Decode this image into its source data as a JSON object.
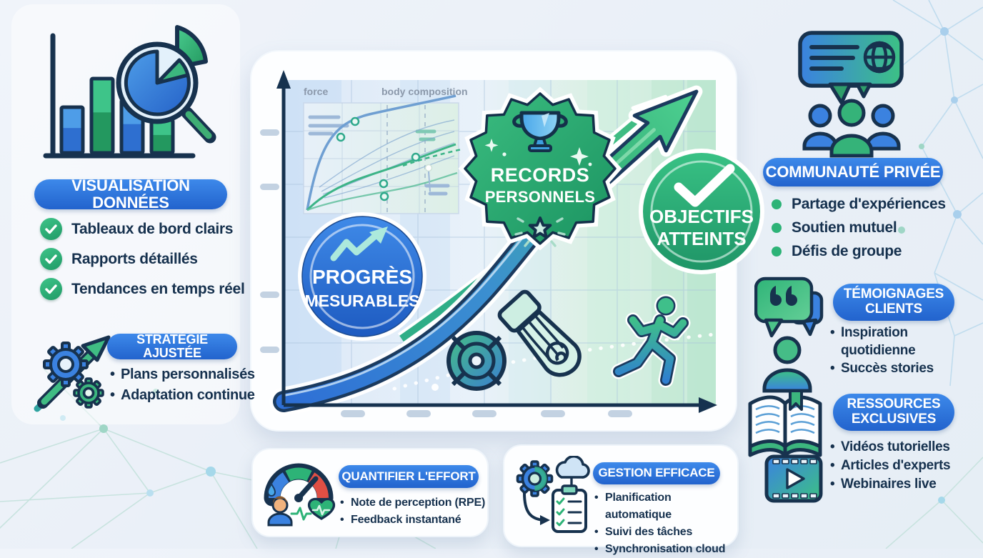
{
  "colors": {
    "accent_blue": "#2e7ae0",
    "accent_green": "#2db377",
    "navy": "#17324e",
    "pill_blue": "#2f7de2"
  },
  "left": {
    "viz": {
      "label": "VISUALISATION DONNÉES",
      "items": [
        "Tableaux de bord clairs",
        "Rapports détaillés",
        "Tendances en temps réel"
      ]
    },
    "strategy": {
      "label": "STRATÉGIE AJUSTÉE",
      "items": [
        "Plans personnalisés",
        "Adaptation continue"
      ]
    }
  },
  "chart": {
    "mini": {
      "force_label": "force",
      "body_label": "body composition"
    },
    "badges": {
      "records": {
        "line1": "RECORDS",
        "line2": "PERSONNELS"
      },
      "progress": {
        "line1": "PROGRÈS",
        "line2": "MESURABLES"
      },
      "goals": {
        "line1": "OBJECTIFS",
        "line2": "ATTEINTS"
      }
    }
  },
  "cards": {
    "effort": {
      "label": "QUANTIFIER L'EFFORT",
      "items": [
        "Note de perception (RPE)",
        "Feedback instantané"
      ]
    },
    "gestion": {
      "label": "GESTION EFFICACE",
      "items": [
        "Planification automatique",
        "Suivi des tâches",
        "Synchronisation cloud"
      ]
    }
  },
  "right": {
    "community": {
      "label": "COMMUNAUTÉ PRIVÉE",
      "items": [
        "Partage d'expériences",
        "Soutien mutuel",
        "Défis de groupe"
      ]
    },
    "testimonials": {
      "line1": "TÉMOIGNAGES",
      "line2": "CLIENTS",
      "items": [
        "Inspiration quotidienne",
        "Succès stories"
      ]
    },
    "resources": {
      "line1": "RESSOURCES",
      "line2": "EXCLUSIVES",
      "items": [
        "Vidéos tutorielles",
        "Articles d'experts",
        "Webinaires live"
      ]
    }
  }
}
